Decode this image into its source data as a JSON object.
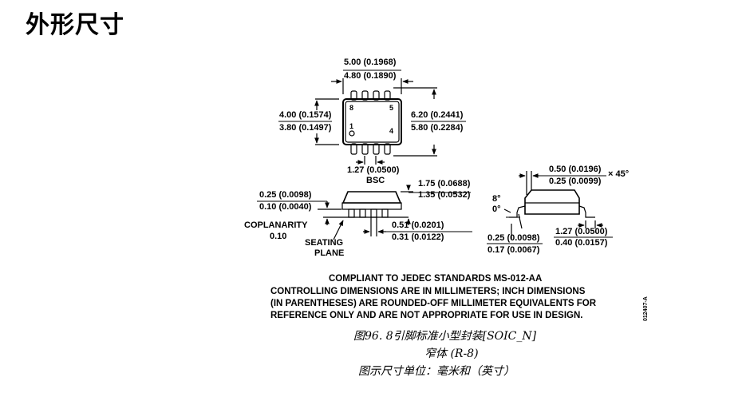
{
  "title": "外形尺寸",
  "top_view": {
    "width_max": "5.00 (0.1968)",
    "width_min": "4.80 (0.1890)",
    "body_max": "4.00 (0.1574)",
    "body_min": "3.80 (0.1497)",
    "span_max": "6.20 (0.2441)",
    "span_min": "5.80 (0.2284)",
    "pin_8": "8",
    "pin_5": "5",
    "pin_1": "1",
    "pin_4": "4",
    "pitch": "1.27 (0.0500)",
    "pitch_bsc": "BSC"
  },
  "side_view": {
    "height_max": "1.75 (0.0688)",
    "height_min": "1.35 (0.0532)",
    "standoff_max": "0.25 (0.0098)",
    "standoff_min": "0.10 (0.0040)",
    "coplanarity_label": "COPLANARITY",
    "coplanarity_value": "0.10",
    "lead_w_max": "0.51 (0.0201)",
    "lead_w_min": "0.31 (0.0122)",
    "seating_1": "SEATING",
    "seating_2": "PLANE"
  },
  "end_view": {
    "chamfer_max": "0.50 (0.0196)",
    "chamfer_min": "0.25 (0.0099)",
    "chamfer_angle": "× 45°",
    "angle_max": "8°",
    "angle_min": "0°",
    "thick_max": "0.25 (0.0098)",
    "thick_min": "0.17 (0.0067)",
    "foot_max": "1.27 (0.0500)",
    "foot_min": "0.40 (0.0157)"
  },
  "notes": {
    "line1": "COMPLIANT TO JEDEC STANDARDS MS-012-AA",
    "line2": "CONTROLLING DIMENSIONS ARE IN MILLIMETERS; INCH DIMENSIONS",
    "line3": "(IN PARENTHESES) ARE ROUNDED-OFF MILLIMETER EQUIVALENTS FOR",
    "line4": "REFERENCE ONLY AND ARE NOT APPROPRIATE FOR USE IN DESIGN.",
    "doc_number": "012407-A"
  },
  "caption": {
    "line1": "图96. 8引脚标准小型封装[SOIC_N]",
    "line2": "窄体 (R-8)",
    "line3": "图示尺寸单位：毫米和（英寸）"
  }
}
